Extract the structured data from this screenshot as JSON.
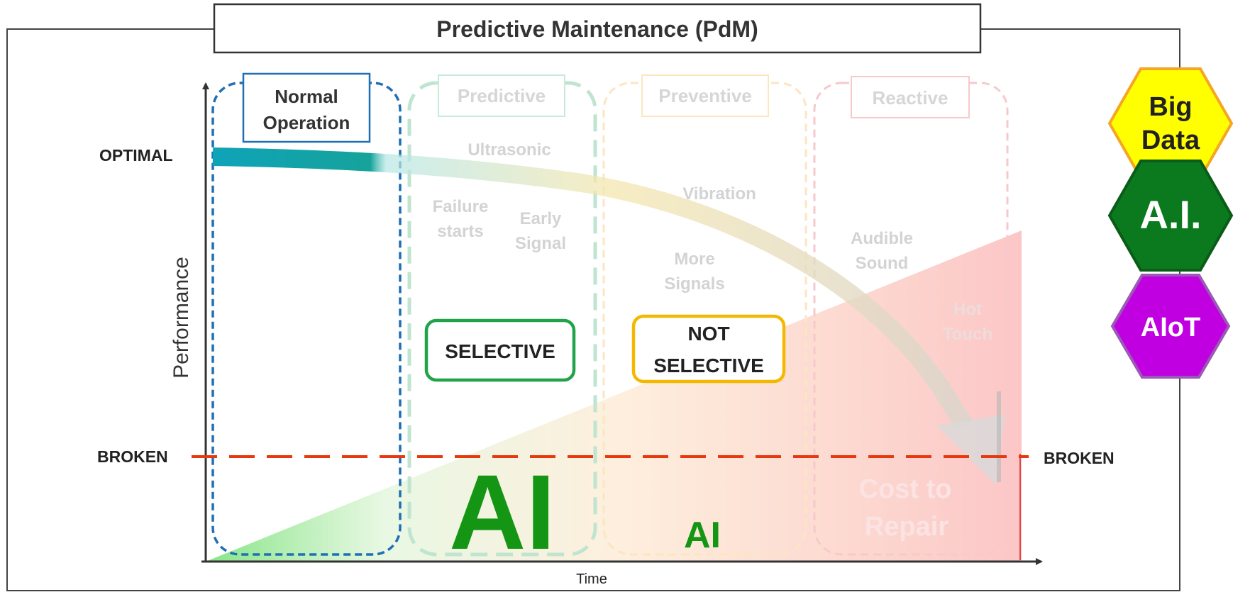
{
  "title": "Predictive Maintenance (PdM)",
  "axes": {
    "y_label": "Performance",
    "x_label": "Time",
    "optimal_label": "OPTIMAL",
    "broken_label_left": "BROKEN",
    "broken_label_right": "BROKEN"
  },
  "phases": [
    {
      "name": "Normal Operation",
      "line1": "Normal",
      "line2": "Operation",
      "color": "#1f6fb5",
      "faded": false
    },
    {
      "name": "Predictive",
      "color": "#b9e3cc",
      "faded": true
    },
    {
      "name": "Preventive",
      "color": "#fbe3b6",
      "faded": true
    },
    {
      "name": "Reactive",
      "color": "#f7c5c8",
      "faded": true
    }
  ],
  "signals": {
    "ultrasonic": "Ultrasonic",
    "failure_starts": [
      "Failure",
      "starts"
    ],
    "early_signal": [
      "Early",
      "Signal"
    ],
    "vibration": "Vibration",
    "more_signals": [
      "More",
      "Signals"
    ],
    "audible_sound": [
      "Audible",
      "Sound"
    ],
    "hot_touch": [
      "Hot",
      "Touch"
    ]
  },
  "badges": {
    "selective": "SELECTIVE",
    "not_selective": [
      "NOT",
      "SELECTIVE"
    ]
  },
  "ai_big": "AI",
  "ai_small": "AI",
  "cost_to_repair": [
    "Cost to",
    "Repair"
  ],
  "hexagons": [
    {
      "line1": "Big",
      "line2": "Data",
      "fill": "#ffff00",
      "stroke": "#f5a623",
      "text_color": "#222222"
    },
    {
      "line1": "A.I.",
      "line2": "",
      "fill": "#0b7a1e",
      "stroke": "#0a5c17",
      "text_color": "#ffffff"
    },
    {
      "line1": "AIoT",
      "line2": "",
      "fill": "#c000e0",
      "stroke": "#9b59b6",
      "text_color": "#ffffff"
    }
  ],
  "colors": {
    "broken_line": "#e8380d",
    "ai_green": "#149614",
    "selective_border": "#22a34a",
    "not_selective_border": "#f5b800",
    "curve_start": "#0fa3b9"
  }
}
